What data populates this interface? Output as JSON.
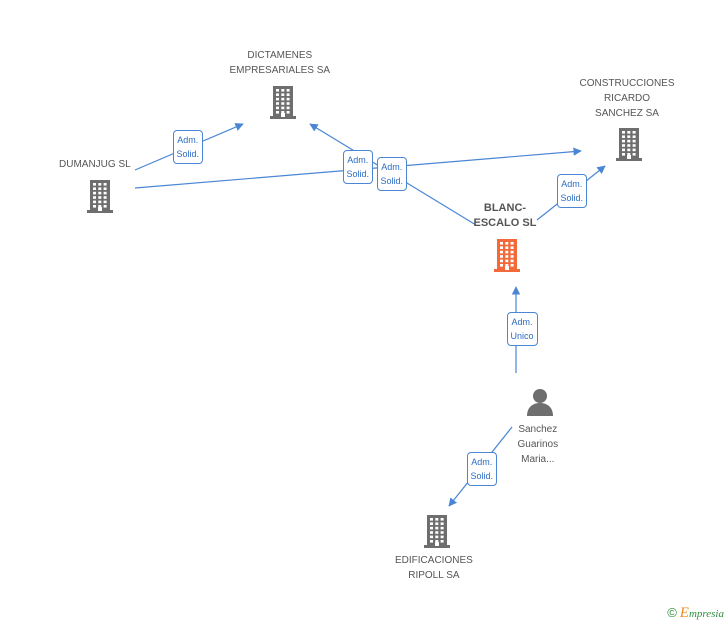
{
  "colors": {
    "edge": "#4a86d4",
    "company_icon": "#6e6e6e",
    "focus_icon": "#f26a3a",
    "person_icon": "#6e6e6e",
    "badge_text": "#2b6cc4"
  },
  "nodes": [
    {
      "id": "dictamenes",
      "type": "company",
      "label_lines": [
        "DICTAMENES",
        "EMPRESARIALES SA"
      ],
      "icon": "building-icon"
    },
    {
      "id": "construcciones",
      "type": "company",
      "label_lines": [
        "CONSTRUCCIONES",
        "RICARDO",
        "SANCHEZ SA"
      ],
      "icon": "building-icon"
    },
    {
      "id": "dumanjug",
      "type": "company",
      "label_lines": [
        "DUMANJUG SL"
      ],
      "icon": "building-icon"
    },
    {
      "id": "blanc",
      "type": "company-focus",
      "label_lines": [
        "BLANC-",
        "ESCALO SL"
      ],
      "icon": "building-icon"
    },
    {
      "id": "sanchez",
      "type": "person",
      "label_lines": [
        "Sanchez",
        "Guarinos",
        "Maria..."
      ],
      "icon": "person-icon"
    },
    {
      "id": "edificaciones",
      "type": "company",
      "label_lines": [
        "EDIFICACIONES",
        "RIPOLL SA"
      ],
      "icon": "building-icon"
    }
  ],
  "edges": [
    {
      "id": "dumanjug-dictamenes",
      "label_lines": [
        "Adm.",
        "Solid."
      ]
    },
    {
      "id": "dumanjug-construcciones",
      "label_lines": [
        "Adm.",
        "Solid."
      ]
    },
    {
      "id": "blanc-dictamenes",
      "label_lines": [
        "Adm.",
        "Solid."
      ]
    },
    {
      "id": "blanc-construcciones",
      "label_lines": [
        "Adm.",
        "Solid."
      ]
    },
    {
      "id": "sanchez-blanc",
      "label_lines": [
        "Adm.",
        "Unico"
      ]
    },
    {
      "id": "sanchez-edificaciones",
      "label_lines": [
        "Adm.",
        "Solid."
      ]
    }
  ],
  "footer": {
    "copyright": "©",
    "brand_initial": "E",
    "brand_rest": "mpresia"
  }
}
